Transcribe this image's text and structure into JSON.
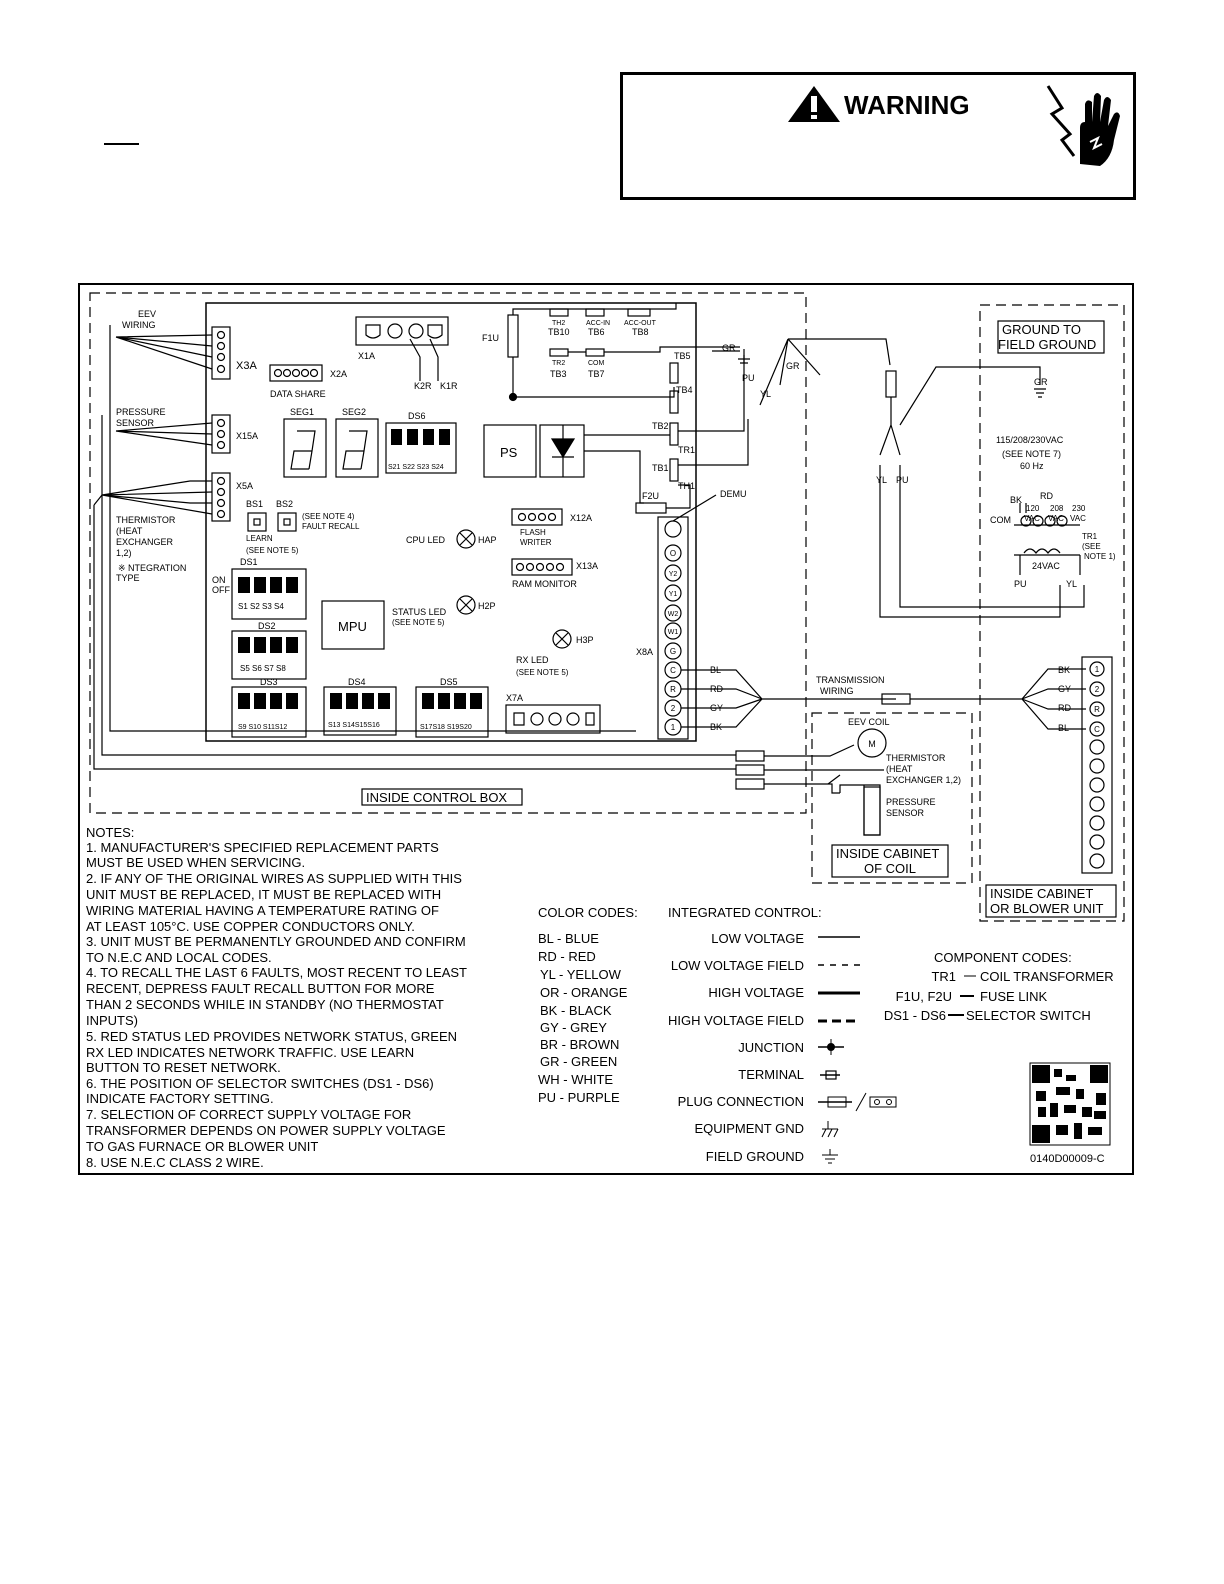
{
  "warning": {
    "title": "WARNING"
  },
  "diagram": {
    "labels": {
      "eev_wiring": [
        "EEV",
        "WIRING"
      ],
      "x3a": "X3A",
      "x1a": "X1A",
      "x2a": "X2A",
      "data_share": "DATA SHARE",
      "k2r": "K2R",
      "k1r": "K1R",
      "f1u": "F1U",
      "th2": "TH2",
      "tb10": "TB10",
      "acc_in": "ACC-IN",
      "tb6": "TB6",
      "acc_out": "ACC-OUT",
      "tb8": "TB8",
      "tr2": "TR2",
      "tb3": "TB3",
      "com_small": "COM",
      "tb7": "TB7",
      "tb5": "TB5",
      "tb4": "TB4",
      "tb2": "TB2",
      "tr1": "TR1",
      "tb1": "TB1",
      "th1": "TH1",
      "gr": "GR",
      "pu": "PU",
      "yl": "YL",
      "pressure_sensor": [
        "PRESSURE",
        "SENSOR"
      ],
      "x15a": "X15A",
      "seg1": "SEG1",
      "seg2": "SEG2",
      "ds6": "DS6",
      "ds6_switches": "S21 S22 S23 S24",
      "ps": "PS",
      "f2u": "F2U",
      "demu": "DEMU",
      "x5a": "X5A",
      "bs1": "BS1",
      "bs2": "BS2",
      "see_note4": "(SEE NOTE 4)",
      "fault_recall": "FAULT RECALL",
      "learn": "LEARN",
      "see_note5": "(SEE NOTE 5)",
      "thermistor_hx": [
        "THERMISTOR",
        "(HEAT",
        "EXCHANGER",
        "1,2)"
      ],
      "integration": "※ NTEGRATION",
      "type": "TYPE",
      "cpu_led": "CPU LED",
      "hap": "HAP",
      "flash_writer": [
        "FLASH",
        "WRITER"
      ],
      "x12a": "X12A",
      "x13a": "X13A",
      "ram_monitor": "RAM MONITOR",
      "ds1": "DS1",
      "on": "ON",
      "off": "OFF",
      "ds1_switches": "S1 S2 S3 S4",
      "mpu": "MPU",
      "status_led": "STATUS LED",
      "see_note5b": "(SEE NOTE 5)",
      "h2p": "H2P",
      "ds2": "DS2",
      "ds2_switches": "S5 S6 S7 S8",
      "h3p": "H3P",
      "rx_led": "RX LED",
      "see_note5c": "(SEE NOTE 5)",
      "x8a": "X8A",
      "ds3": "DS3",
      "ds3_switches": "S9 S10 S11S12",
      "ds4": "DS4",
      "ds4_switches": "S13 S14S15S16",
      "ds5": "DS5",
      "ds5_switches": "S17S18 S19S20",
      "x7a": "X7A",
      "terminals_x8a": [
        "O",
        "Y2",
        "Y1",
        "W2",
        "W1",
        "G",
        "C",
        "R",
        "2",
        "1"
      ],
      "bl": "BL",
      "rd": "RD",
      "gy": "GY",
      "bk": "BK",
      "transmission_wiring": [
        "TRANSMISSION",
        "WIRING"
      ],
      "eev_coil": "EEV COIL",
      "m": "M",
      "thermistor_coil": [
        "THERMISTOR",
        "(HEAT",
        "EXCHANGER 1,2)"
      ],
      "pressure_sensor_coil": [
        "PRESSURE",
        "SENSOR"
      ],
      "inside_control_box": "INSIDE CONTROL BOX",
      "inside_cabinet_coil": [
        "INSIDE CABINET",
        "OF COIL"
      ],
      "ground_to_field": [
        "GROUND TO",
        "FIELD GROUND"
      ],
      "voltage": "115/208/230VAC",
      "see_note7": "(SEE NOTE 7)",
      "hz": "60 Hz",
      "com": "COM",
      "v120": [
        "120",
        "VAC"
      ],
      "v208": [
        "208",
        "VAC"
      ],
      "v230": [
        "230",
        "VAC"
      ],
      "tr1_note": [
        "TR1",
        "(SEE",
        "NOTE 1)"
      ],
      "vac24": "24VAC",
      "right_terminals": [
        "1",
        "2",
        "R",
        "C"
      ],
      "inside_cabinet_blower": [
        "INSIDE CABINET",
        "OR BLOWER UNIT"
      ]
    },
    "notes": [
      "NOTES:",
      "1.  MANUFACTURER'S SPECIFIED REPLACEMENT PARTS",
      "     MUST BE USED WHEN SERVICING.",
      "2.  IF ANY OF THE ORIGINAL WIRES AS SUPPLIED WITH THIS",
      "     UNIT MUST BE REPLACED, IT MUST BE REPLACED WITH",
      "     WIRING MATERIAL HAVING A TEMPERATURE RATING OF",
      "     AT LEAST 105°C.  USE COPPER CONDUCTORS ONLY.",
      "3. UNIT MUST BE PERMANENTLY GROUNDED AND CONFIRM",
      "    TO N.E.C AND LOCAL CODES.",
      "4. TO RECALL THE LAST 6 FAULTS, MOST RECENT TO LEAST",
      "    RECENT, DEPRESS FAULT  RECALL BUTTON FOR MORE",
      "    THAN 2 SECONDS WHILE IN STANDBY (NO THERMOSTAT",
      "    INPUTS)",
      "5. RED STATUS LED PROVIDES NETWORK STATUS, GREEN",
      "    RX LED INDICATES NETWORK TRAFFIC.  USE LEARN",
      "    BUTTON TO RESET NETWORK.",
      "6. THE POSITION OF SELECTOR SWITCHES (DS1 - DS6)",
      "    INDICATE FACTORY SETTING.",
      "7.  SELECTION OF CORRECT SUPPLY VOLTAGE FOR",
      "     TRANSFORMER DEPENDS ON POWER SUPPLY VOLTAGE",
      "     TO GAS FURNACE OR BLOWER UNIT",
      "8. USE N.E.C CLASS 2 WIRE."
    ],
    "color_codes_title": "COLOR CODES:",
    "color_codes": [
      "BL - BLUE",
      "RD - RED",
      "YL - YELLOW",
      "OR - ORANGE",
      "BK - BLACK",
      "GY - GREY",
      "BR - BROWN",
      "GR - GREEN",
      "WH - WHITE",
      "PU - PURPLE"
    ],
    "integrated_control_title": "INTEGRATED CONTROL:",
    "legend": [
      "LOW VOLTAGE",
      "LOW VOLTAGE FIELD",
      "HIGH VOLTAGE",
      "HIGH VOLTAGE FIELD",
      "JUNCTION",
      "TERMINAL",
      "PLUG CONNECTION",
      "EQUIPMENT GND",
      "FIELD GROUND"
    ],
    "component_codes_title": "COMPONENT CODES:",
    "component_codes": [
      {
        "code": "TR1",
        "desc": "COIL TRANSFORMER"
      },
      {
        "code": "F1U, F2U",
        "desc": "FUSE LINK"
      },
      {
        "code": "DS1 - DS6",
        "desc": "SELECTOR SWITCH"
      }
    ],
    "part_number": "0140D00009-C"
  }
}
